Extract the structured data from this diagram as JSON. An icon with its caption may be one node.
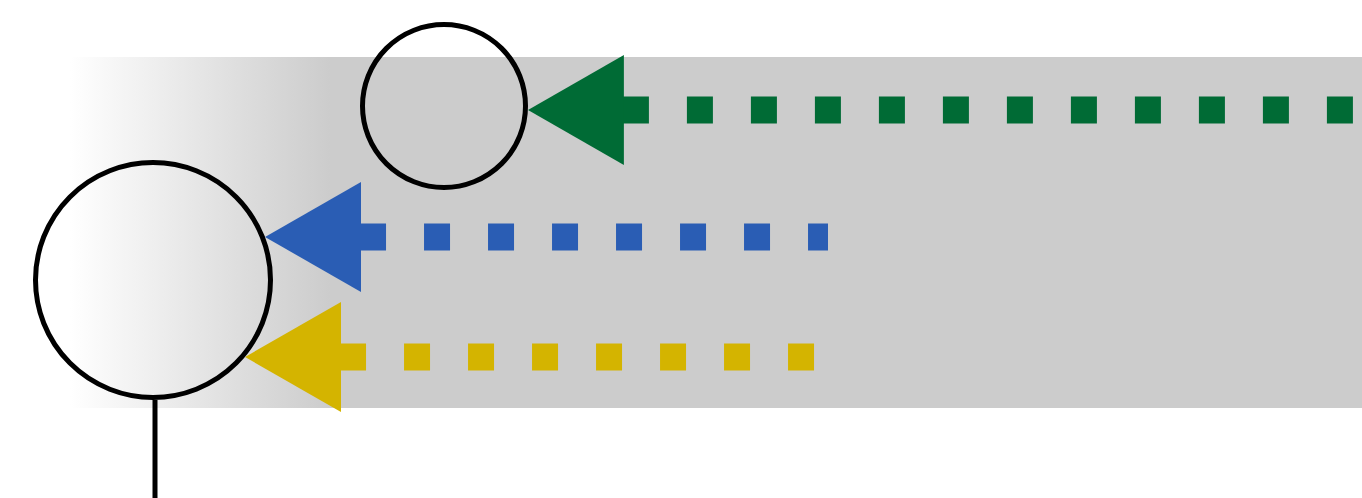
{
  "diagram": {
    "nodes": [
      {
        "text": [],
        "shape": "circle"
      },
      {
        "text": [],
        "shape": "circle"
      }
    ],
    "edges": [
      {
        "from": null,
        "to": 0,
        "arrow": "to",
        "style": "dashed",
        "color": "#006b35"
      },
      {
        "from": null,
        "to": 1,
        "arrow": "to",
        "style": "dashed",
        "color": "#2a5db4"
      },
      {
        "from": null,
        "to": 1,
        "arrow": "to",
        "style": "dashed",
        "color": "#d4b400"
      },
      {
        "from": 1,
        "to": null,
        "arrow": "none",
        "color": "#000000"
      }
    ]
  }
}
